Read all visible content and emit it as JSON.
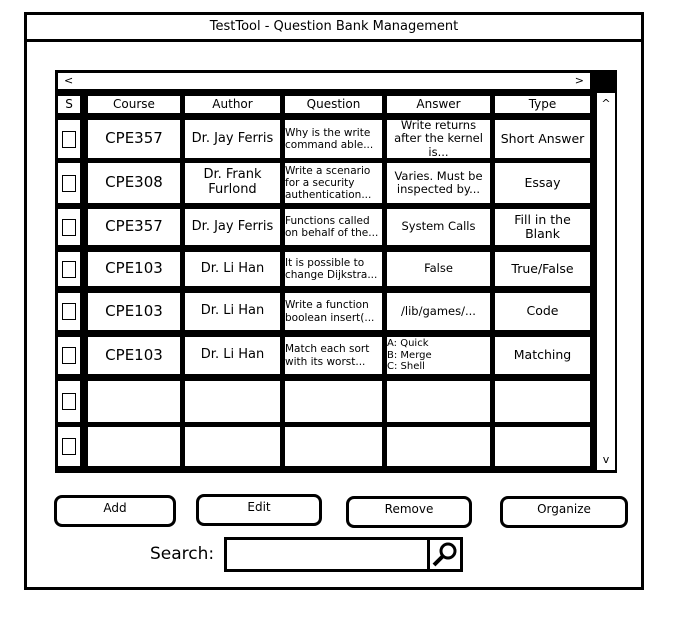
{
  "window": {
    "title": "TestTool - Question Bank Management"
  },
  "scroll": {
    "left": "<",
    "right": ">",
    "up": "^",
    "down": "v"
  },
  "table": {
    "headers": {
      "select": "S",
      "course": "Course",
      "author": "Author",
      "question": "Question",
      "answer": "Answer",
      "type": "Type"
    },
    "rows": [
      {
        "course": "CPE357",
        "author": "Dr. Jay Ferris",
        "question": "Why is the write command able...",
        "answer": "Write returns after the kernel  is...",
        "type": "Short Answer"
      },
      {
        "course": "CPE308",
        "author": "Dr. Frank Furlond",
        "question": "Write a scenario for a security authentication...",
        "answer": "Varies. Must be inspected by...",
        "type": "Essay"
      },
      {
        "course": "CPE357",
        "author": "Dr. Jay Ferris",
        "question": "Functions called on behalf of the...",
        "answer": "System Calls",
        "type": "Fill in the Blank"
      },
      {
        "course": "CPE103",
        "author": "Dr. Li Han",
        "question": "It is possible to change Dijkstra...",
        "answer": "False",
        "type": "True/False"
      },
      {
        "course": "CPE103",
        "author": "Dr. Li Han",
        "question": "Write a function boolean insert(...",
        "answer": "/lib/games/...",
        "type": "Code"
      },
      {
        "course": "CPE103",
        "author": "Dr. Li Han",
        "question": "Match each sort with its worst...",
        "answer": "A: Quick\nB: Merge\nC: Shell",
        "type": "Matching"
      },
      {
        "course": "",
        "author": "",
        "question": "",
        "answer": "",
        "type": ""
      },
      {
        "course": "",
        "author": "",
        "question": "",
        "answer": "",
        "type": ""
      }
    ]
  },
  "buttons": {
    "add": "Add",
    "edit": "Edit",
    "remove": "Remove",
    "organize": "Organize"
  },
  "search": {
    "label": "Search:",
    "value": "",
    "placeholder": ""
  }
}
